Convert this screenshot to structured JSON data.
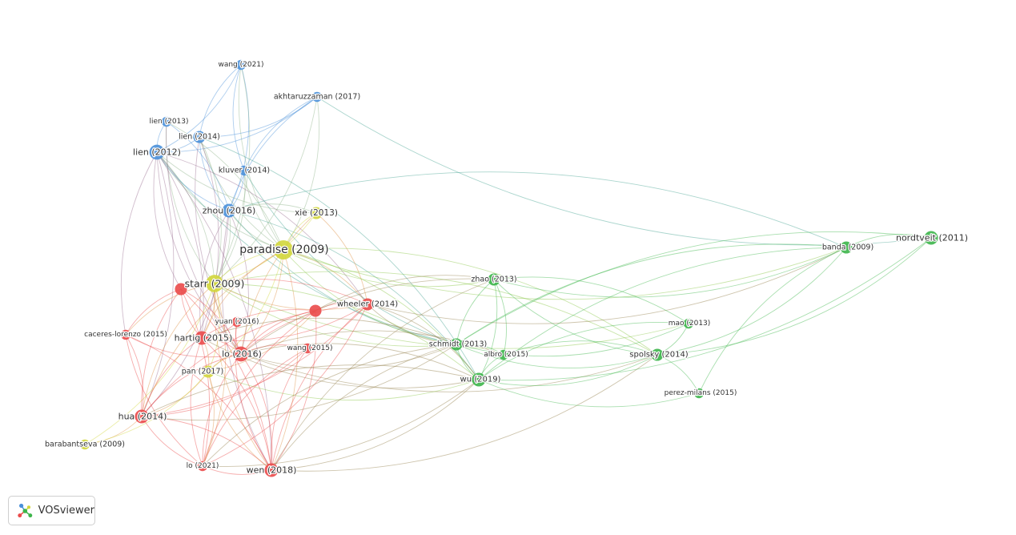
{
  "app": {
    "name": "VOSviewer"
  },
  "colors": {
    "blue": "#4a90d9",
    "red": "#ea4a4a",
    "yellow": "#d2d63c",
    "green": "#3cb54a"
  },
  "nodes": [
    {
      "id": "wang2021",
      "label": "wang (2021)",
      "cluster": "blue",
      "weight": 1
    },
    {
      "id": "akht2017",
      "label": "akhtaruzzaman (2017)",
      "cluster": "blue",
      "weight": 1
    },
    {
      "id": "lien2013",
      "label": "lien (2013)",
      "cluster": "blue",
      "weight": 1
    },
    {
      "id": "lien2014",
      "label": "lien (2014)",
      "cluster": "blue",
      "weight": 2
    },
    {
      "id": "lien2012",
      "label": "lien (2012)",
      "cluster": "blue",
      "weight": 4
    },
    {
      "id": "kluver2014",
      "label": "kluver (2014)",
      "cluster": "blue",
      "weight": 1
    },
    {
      "id": "zhou2016",
      "label": "zhou (2016)",
      "cluster": "blue",
      "weight": 3
    },
    {
      "id": "xie2013",
      "label": "xie (2013)",
      "cluster": "yellow",
      "weight": 2
    },
    {
      "id": "paradise2009",
      "label": "paradise (2009)",
      "cluster": "yellow",
      "weight": 8
    },
    {
      "id": "starr2009",
      "label": "starr (2009)",
      "cluster": "yellow",
      "weight": 6
    },
    {
      "id": "pan2017",
      "label": "pan (2017)",
      "cluster": "yellow",
      "weight": 2
    },
    {
      "id": "barab2009",
      "label": "barabantseva (2009)",
      "cluster": "yellow",
      "weight": 1
    },
    {
      "id": "redA",
      "label": "",
      "cluster": "red",
      "weight": 2
    },
    {
      "id": "redB",
      "label": "",
      "cluster": "red",
      "weight": 2
    },
    {
      "id": "wheeler2014",
      "label": "wheeler (2014)",
      "cluster": "red",
      "weight": 2
    },
    {
      "id": "yuan2016",
      "label": "yuan (2016)",
      "cluster": "red",
      "weight": 1
    },
    {
      "id": "caceres2015",
      "label": "caceres-lorenzo (2015)",
      "cluster": "red",
      "weight": 1
    },
    {
      "id": "hartig2015",
      "label": "hartig (2015)",
      "cluster": "red",
      "weight": 3
    },
    {
      "id": "lo2016",
      "label": "lo (2016)",
      "cluster": "red",
      "weight": 4
    },
    {
      "id": "wang2015",
      "label": "wang (2015)",
      "cluster": "red",
      "weight": 1
    },
    {
      "id": "hua2014",
      "label": "hua (2014)",
      "cluster": "red",
      "weight": 3
    },
    {
      "id": "lo2021",
      "label": "lo (2021)",
      "cluster": "red",
      "weight": 1
    },
    {
      "id": "wen2018",
      "label": "wen (2018)",
      "cluster": "red",
      "weight": 3
    },
    {
      "id": "zhao2013",
      "label": "zhao (2013)",
      "cluster": "green",
      "weight": 2
    },
    {
      "id": "schmidt2013",
      "label": "schmidt (2013)",
      "cluster": "green",
      "weight": 2
    },
    {
      "id": "albro2015",
      "label": "albro (2015)",
      "cluster": "green",
      "weight": 1
    },
    {
      "id": "wu2019",
      "label": "wu (2019)",
      "cluster": "green",
      "weight": 3
    },
    {
      "id": "mao2013",
      "label": "mao (2013)",
      "cluster": "green",
      "weight": 1
    },
    {
      "id": "spolsky2014",
      "label": "spolsky (2014)",
      "cluster": "green",
      "weight": 2
    },
    {
      "id": "perez2015",
      "label": "perez-milans (2015)",
      "cluster": "green",
      "weight": 1
    },
    {
      "id": "banda2009",
      "label": "banda (2009)",
      "cluster": "green",
      "weight": 2
    },
    {
      "id": "nordt2011",
      "label": "nordtveit (2011)",
      "cluster": "green",
      "weight": 3
    }
  ]
}
